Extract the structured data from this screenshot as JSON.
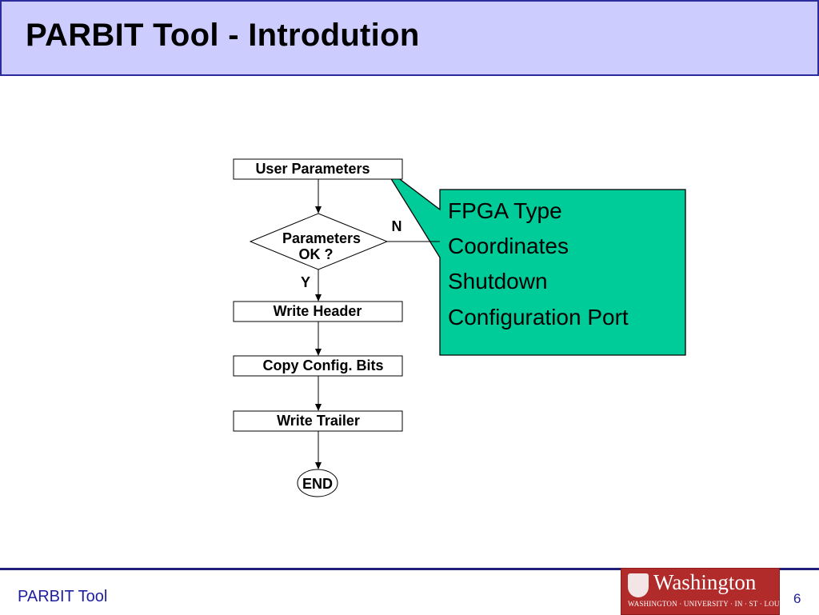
{
  "slide": {
    "title": "PARBIT Tool - Introdution",
    "footer": "PARBIT Tool",
    "page_number": "6"
  },
  "flowchart": {
    "user_parameters": "User Parameters",
    "decision_line1": "Parameters",
    "decision_line2": "OK ?",
    "label_yes": "Y",
    "label_no": "N",
    "write_header": "Write Header",
    "copy_config": "Copy Config. Bits",
    "write_trailer": "Write Trailer",
    "end": "END"
  },
  "callout": {
    "lines": [
      "FPGA Type",
      "Coordinates",
      "Shutdown",
      "Configuration Port"
    ],
    "fill_color": "#00cc99"
  },
  "logo": {
    "name": "Washington",
    "subtitle": "WASHINGTON · UNIVERSITY · IN · ST · LOUIS",
    "color": "#b22b2b"
  }
}
